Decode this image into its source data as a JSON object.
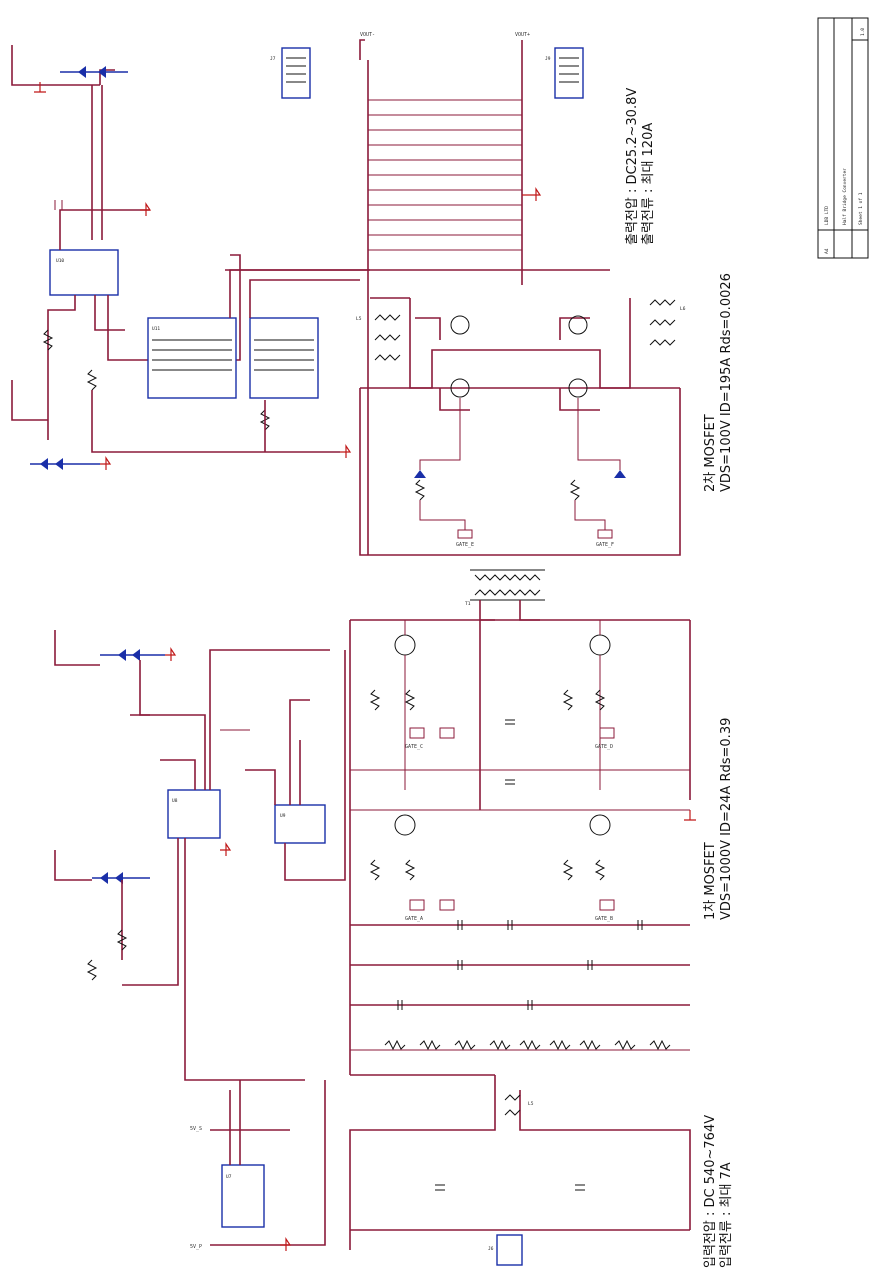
{
  "annotations": {
    "output_voltage": "출력전압 : DC25.2~30.8V",
    "output_current": "출력전류 : 최대 120A",
    "secondary_mosfet_title": "2차 MOSFET",
    "secondary_mosfet_spec": "VDS=100V   ID=195A   Rds=0.0026",
    "primary_mosfet_title": "1차 MOSFET",
    "primary_mosfet_spec": "VDS=1000V   ID=24A   Rds=0.39",
    "input_voltage": "입력전압 : DC 540~764V",
    "input_current": "입력전류 : 최대 7A"
  },
  "nets": {
    "gate_a": "GATE_A",
    "gate_b": "GATE_B",
    "gate_c": "GATE_C",
    "gate_d": "GATE_D",
    "gate_e": "GATE_E",
    "gate_f": "GATE_F",
    "gnd_s": "5V_S",
    "gnd_p": "5V_P",
    "vout_p": "VOUT+",
    "vout_n": "VOUT-"
  },
  "components": {
    "u_sec_driver": "U10",
    "u_sec_ctrl": "U11",
    "u_pri_driver": "U8",
    "u_pri_ctrl": "U9",
    "u_input": "U7",
    "t_main": "T1",
    "l_out1": "L5",
    "l_out2": "L6",
    "j_in": "J6",
    "j_out1": "J7",
    "j_out2": "J9"
  },
  "title_block": {
    "company": "LDB LTD",
    "title": "Half Bridge Converter",
    "size": "A4",
    "sheet": "Sheet 1 of 1",
    "rev": "1.0"
  }
}
